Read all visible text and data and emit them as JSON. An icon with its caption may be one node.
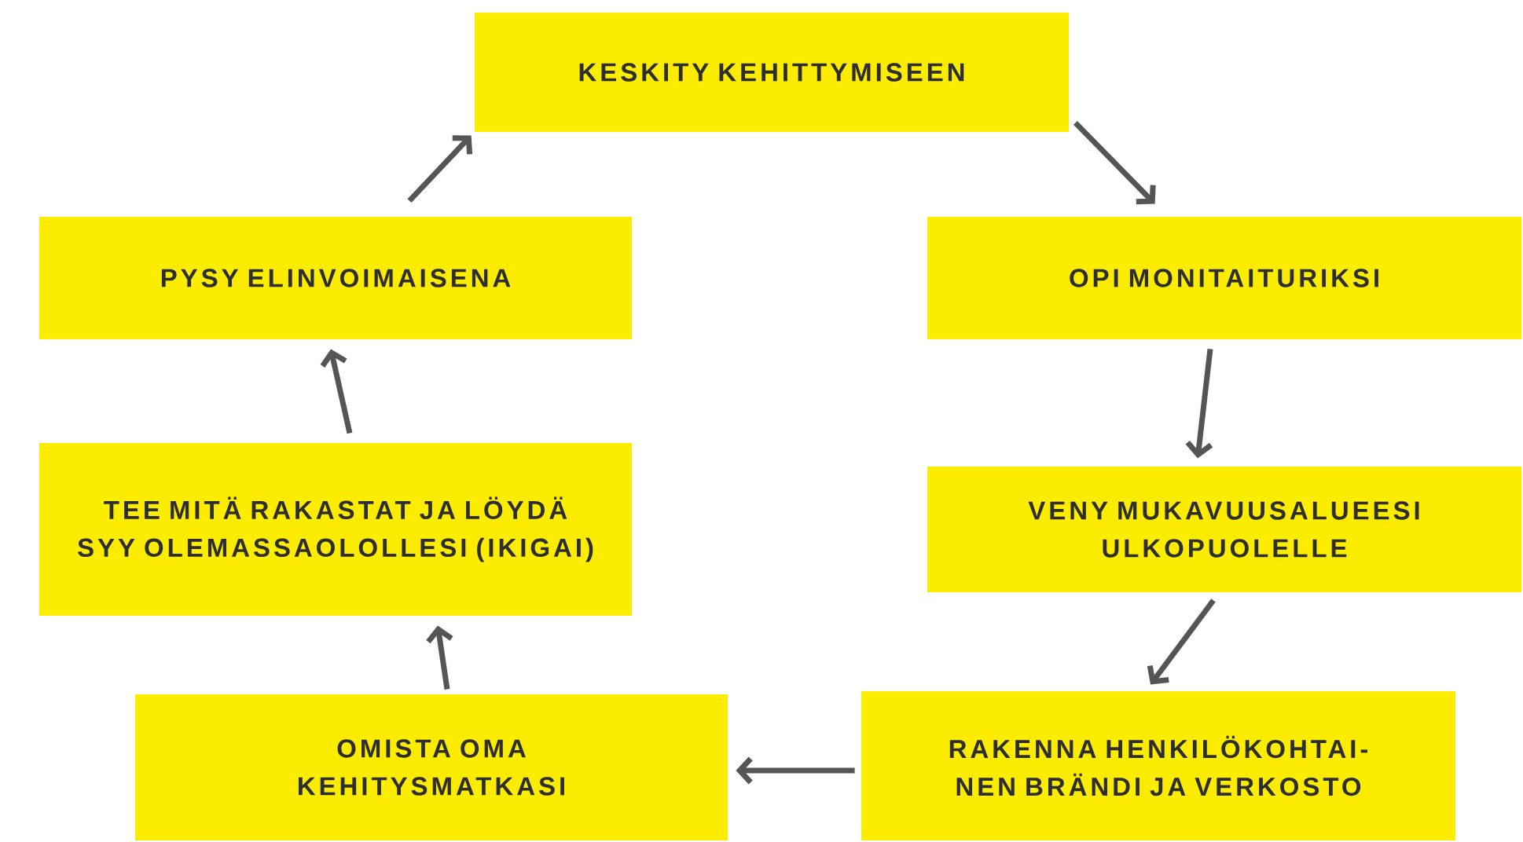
{
  "diagram": {
    "nodes": [
      {
        "text": [
          "KESKITY KEHITTYMISEEN"
        ]
      },
      {
        "text": [
          "OPI MONITAITURIKSI"
        ]
      },
      {
        "text": [
          "VENY MUKAVUUSALUEESI ULKOPUOLELLE"
        ]
      },
      {
        "text": [
          "RAKENNA HENKILÖKOHTAI- NEN BRÄNDI JA VERKOSTO"
        ]
      },
      {
        "text": [
          "OMISTA OMA KEHITYSMATKASI"
        ]
      },
      {
        "text": [
          "TEE MITÄ RAKASTAT JA LÖYDÄ SYY OLEMASSAOLOLLESI (IKIGAI)"
        ]
      },
      {
        "text": [
          "PYSY ELINVOIMAISENA"
        ]
      }
    ],
    "edges": [
      {
        "from": 0,
        "to": 1,
        "arrow": "to"
      },
      {
        "from": 1,
        "to": 2,
        "arrow": "to"
      },
      {
        "from": 2,
        "to": 3,
        "arrow": "to"
      },
      {
        "from": 3,
        "to": 4,
        "arrow": "to"
      },
      {
        "from": 4,
        "to": 5,
        "arrow": "to"
      },
      {
        "from": 5,
        "to": 6,
        "arrow": "to"
      },
      {
        "from": 6,
        "to": 0,
        "arrow": "to"
      }
    ]
  }
}
